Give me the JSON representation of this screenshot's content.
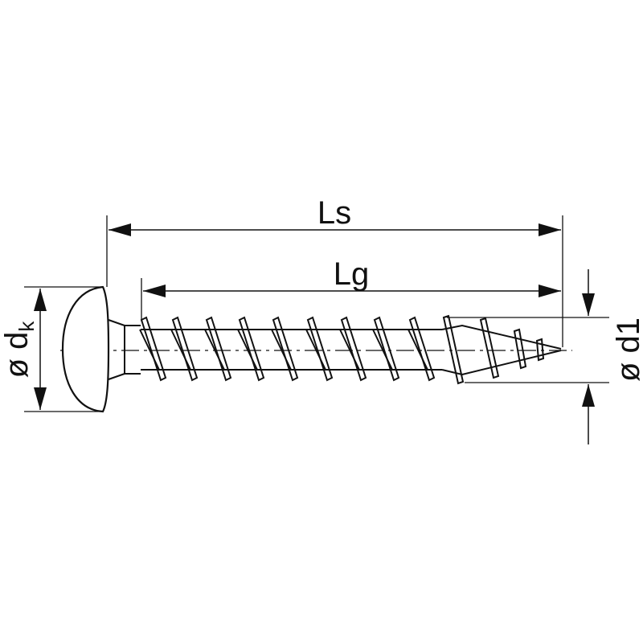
{
  "labels": {
    "ls": "Ls",
    "lg": "Lg",
    "head_diameter_prefix": "ø d",
    "head_diameter_subscript": "k",
    "thread_diameter": "ø d1"
  },
  "colors": {
    "line": "#111111",
    "background": "#ffffff"
  }
}
